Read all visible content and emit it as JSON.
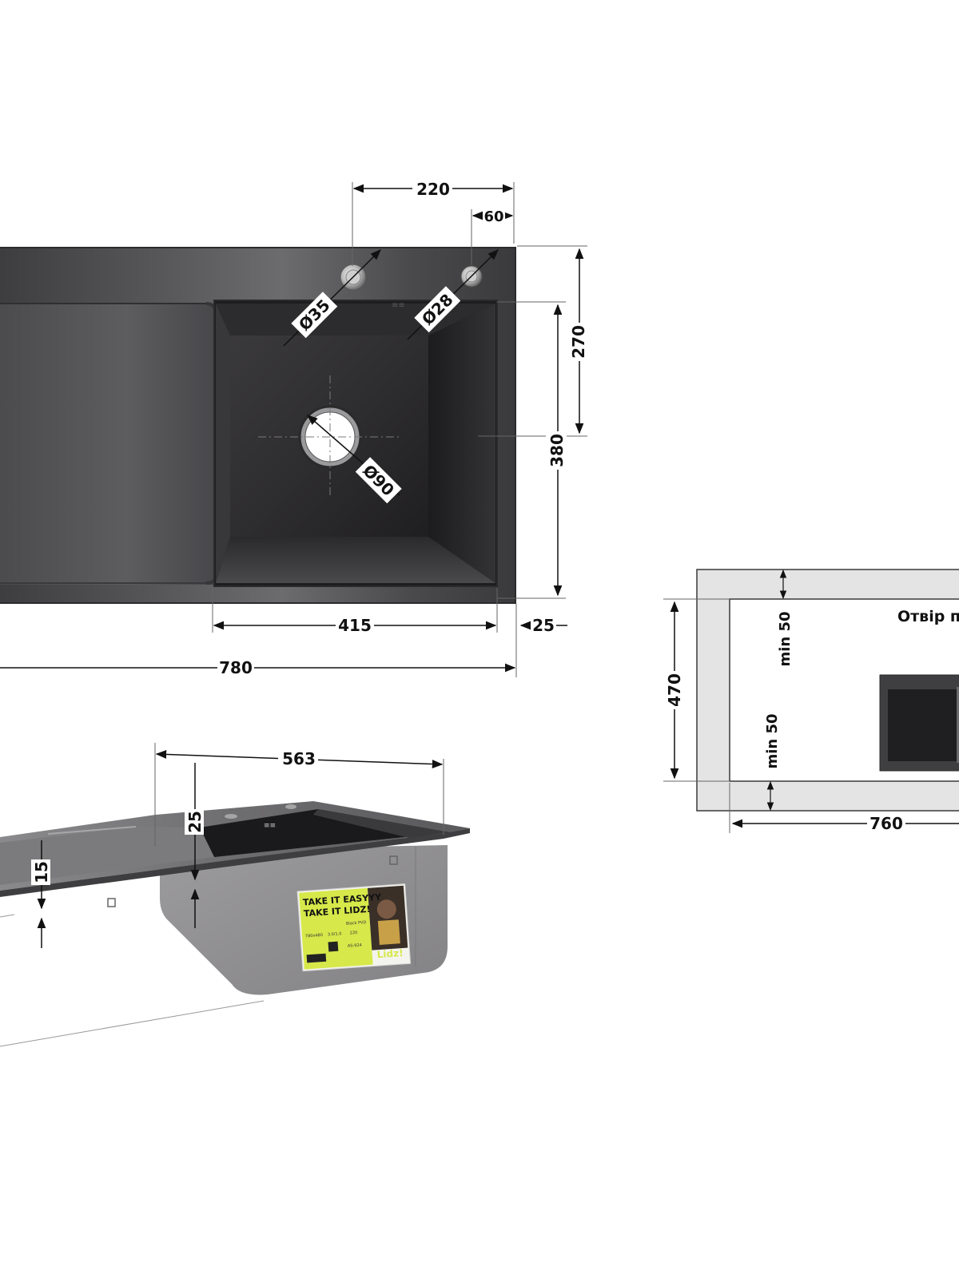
{
  "top_view": {
    "width_total": "780",
    "bowl_width": "415",
    "rim_right": "25",
    "height_total": "380",
    "bowl_height": "270",
    "tap_offset": "220",
    "hole_offset": "60",
    "tap_hole_dia": "Ø35",
    "small_hole_dia": "Ø28",
    "drain_dia": "Ø90"
  },
  "side_view": {
    "length": "563",
    "depth_bowl": "25",
    "depth_drainer": "15",
    "label": {
      "line1": "TAKE IT EASYYY",
      "line2": "TAKE IT LIDZ!",
      "brand": "Lidz!",
      "finish": "Black PVD",
      "size": "780x480",
      "thickness": "3.0/1.0",
      "depth": "220",
      "code": "AS-924"
    }
  },
  "cutout_view": {
    "title": "Отвір п",
    "height": "470",
    "width": "760",
    "min_top": "min 50",
    "min_bottom": "min 50"
  },
  "colors": {
    "steel_dark": "#2f2e2f",
    "steel_mid": "#4e4d4f",
    "steel_light": "#6a696b",
    "cutout_fill": "#e4e4e4",
    "label_green": "#d6e84a"
  }
}
